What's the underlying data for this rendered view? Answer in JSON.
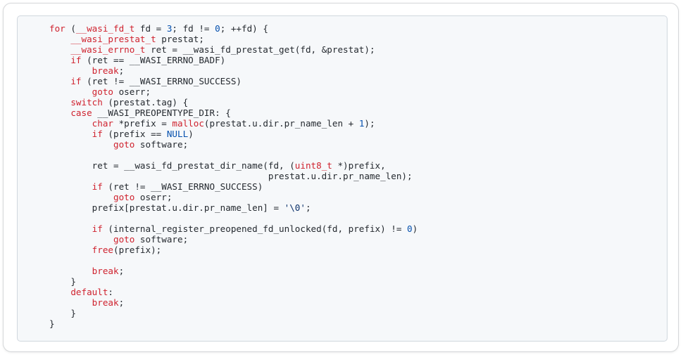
{
  "code": {
    "language": "c",
    "colors": {
      "keyword": "#cf222e",
      "number": "#0550ae",
      "plain": "#24292f",
      "background": "#f6f8fa"
    },
    "lines": [
      [
        {
          "t": "kw",
          "s": "for"
        },
        {
          "t": "plain",
          "s": " ("
        },
        {
          "t": "ty",
          "s": "__wasi_fd_t"
        },
        {
          "t": "plain",
          "s": " fd = "
        },
        {
          "t": "num",
          "s": "3"
        },
        {
          "t": "plain",
          "s": "; fd != "
        },
        {
          "t": "num",
          "s": "0"
        },
        {
          "t": "plain",
          "s": "; ++fd) {"
        }
      ],
      [
        {
          "t": "plain",
          "s": "    "
        },
        {
          "t": "ty",
          "s": "__wasi_prestat_t"
        },
        {
          "t": "plain",
          "s": " prestat;"
        }
      ],
      [
        {
          "t": "plain",
          "s": "    "
        },
        {
          "t": "ty",
          "s": "__wasi_errno_t"
        },
        {
          "t": "plain",
          "s": " ret = __wasi_fd_prestat_get(fd, &prestat);"
        }
      ],
      [
        {
          "t": "plain",
          "s": "    "
        },
        {
          "t": "kw",
          "s": "if"
        },
        {
          "t": "plain",
          "s": " (ret == __WASI_ERRNO_BADF)"
        }
      ],
      [
        {
          "t": "plain",
          "s": "        "
        },
        {
          "t": "kw",
          "s": "break"
        },
        {
          "t": "plain",
          "s": ";"
        }
      ],
      [
        {
          "t": "plain",
          "s": "    "
        },
        {
          "t": "kw",
          "s": "if"
        },
        {
          "t": "plain",
          "s": " (ret != __WASI_ERRNO_SUCCESS)"
        }
      ],
      [
        {
          "t": "plain",
          "s": "        "
        },
        {
          "t": "kw",
          "s": "goto"
        },
        {
          "t": "plain",
          "s": " oserr;"
        }
      ],
      [
        {
          "t": "plain",
          "s": "    "
        },
        {
          "t": "kw",
          "s": "switch"
        },
        {
          "t": "plain",
          "s": " (prestat.tag) {"
        }
      ],
      [
        {
          "t": "plain",
          "s": "    "
        },
        {
          "t": "kw",
          "s": "case"
        },
        {
          "t": "plain",
          "s": " __WASI_PREOPENTYPE_DIR: {"
        }
      ],
      [
        {
          "t": "plain",
          "s": "        "
        },
        {
          "t": "ty",
          "s": "char"
        },
        {
          "t": "plain",
          "s": " *prefix = "
        },
        {
          "t": "kw",
          "s": "malloc"
        },
        {
          "t": "plain",
          "s": "(prestat.u.dir.pr_name_len + "
        },
        {
          "t": "num",
          "s": "1"
        },
        {
          "t": "plain",
          "s": ");"
        }
      ],
      [
        {
          "t": "plain",
          "s": "        "
        },
        {
          "t": "kw",
          "s": "if"
        },
        {
          "t": "plain",
          "s": " (prefix == "
        },
        {
          "t": "num",
          "s": "NULL"
        },
        {
          "t": "plain",
          "s": ")"
        }
      ],
      [
        {
          "t": "plain",
          "s": "            "
        },
        {
          "t": "kw",
          "s": "goto"
        },
        {
          "t": "plain",
          "s": " software;"
        }
      ],
      [
        {
          "t": "plain",
          "s": ""
        }
      ],
      [
        {
          "t": "plain",
          "s": "        ret = __wasi_fd_prestat_dir_name(fd, ("
        },
        {
          "t": "ty",
          "s": "uint8_t"
        },
        {
          "t": "plain",
          "s": " *)prefix,"
        }
      ],
      [
        {
          "t": "plain",
          "s": "                                         prestat.u.dir.pr_name_len);"
        }
      ],
      [
        {
          "t": "plain",
          "s": "        "
        },
        {
          "t": "kw",
          "s": "if"
        },
        {
          "t": "plain",
          "s": " (ret != __WASI_ERRNO_SUCCESS)"
        }
      ],
      [
        {
          "t": "plain",
          "s": "            "
        },
        {
          "t": "kw",
          "s": "goto"
        },
        {
          "t": "plain",
          "s": " oserr;"
        }
      ],
      [
        {
          "t": "plain",
          "s": "        prefix[prestat.u.dir.pr_name_len] = "
        },
        {
          "t": "str",
          "s": "'\\0'"
        },
        {
          "t": "plain",
          "s": ";"
        }
      ],
      [
        {
          "t": "plain",
          "s": ""
        }
      ],
      [
        {
          "t": "plain",
          "s": "        "
        },
        {
          "t": "kw",
          "s": "if"
        },
        {
          "t": "plain",
          "s": " (internal_register_preopened_fd_unlocked(fd, prefix) != "
        },
        {
          "t": "num",
          "s": "0"
        },
        {
          "t": "plain",
          "s": ")"
        }
      ],
      [
        {
          "t": "plain",
          "s": "            "
        },
        {
          "t": "kw",
          "s": "goto"
        },
        {
          "t": "plain",
          "s": " software;"
        }
      ],
      [
        {
          "t": "plain",
          "s": "        "
        },
        {
          "t": "kw",
          "s": "free"
        },
        {
          "t": "plain",
          "s": "(prefix);"
        }
      ],
      [
        {
          "t": "plain",
          "s": ""
        }
      ],
      [
        {
          "t": "plain",
          "s": "        "
        },
        {
          "t": "kw",
          "s": "break"
        },
        {
          "t": "plain",
          "s": ";"
        }
      ],
      [
        {
          "t": "plain",
          "s": "    }"
        }
      ],
      [
        {
          "t": "plain",
          "s": "    "
        },
        {
          "t": "kw",
          "s": "default"
        },
        {
          "t": "plain",
          "s": ":"
        }
      ],
      [
        {
          "t": "plain",
          "s": "        "
        },
        {
          "t": "kw",
          "s": "break"
        },
        {
          "t": "plain",
          "s": ";"
        }
      ],
      [
        {
          "t": "plain",
          "s": "    }"
        }
      ],
      [
        {
          "t": "plain",
          "s": "}"
        }
      ]
    ]
  }
}
